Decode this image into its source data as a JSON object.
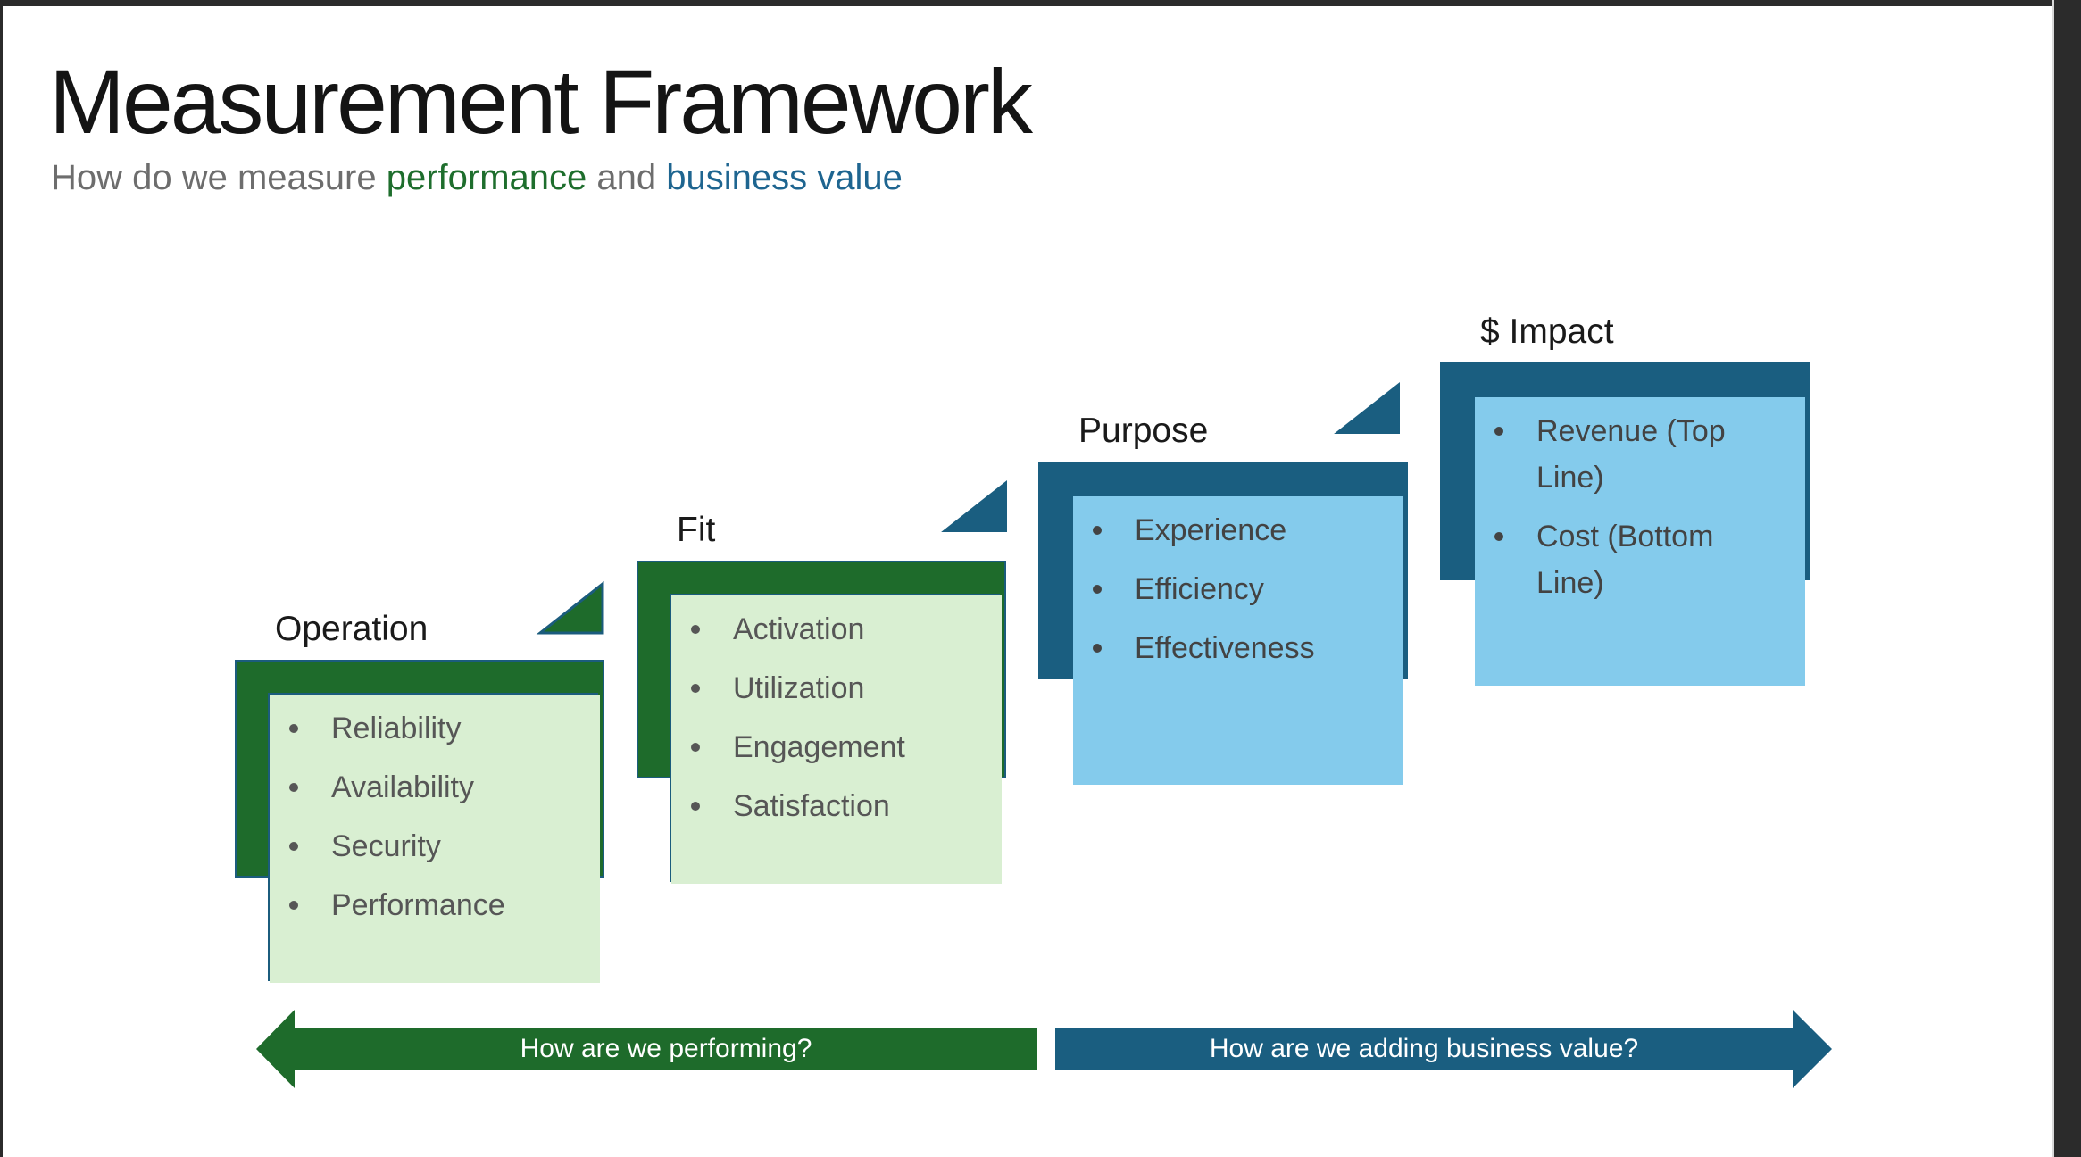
{
  "palette": {
    "frame_bg": "#2b2b2b",
    "slide_bg": "#ffffff",
    "green_dark": "#1e6b2b",
    "green_light": "#d9efd2",
    "blue_dark": "#1a5e80",
    "blue_light": "#84cbec",
    "teal_border": "#1b5c7d",
    "label_text": "#1a1a1a",
    "bullet_text": "#565656",
    "subtitle_gray": "#6d6d6d",
    "subtitle_green": "#1e6e2d",
    "subtitle_blue": "#1e6590",
    "arrow_text": "#ffffff"
  },
  "slide": {
    "title": "Measurement Framework",
    "subtitle_parts": [
      {
        "text": "How do we measure ",
        "color": "#6d6d6d"
      },
      {
        "text": "performance",
        "color": "#1e6e2d"
      },
      {
        "text": " and ",
        "color": "#6d6d6d"
      },
      {
        "text": "business value",
        "color": "#1e6590"
      }
    ]
  },
  "groups": [
    {
      "label": "Operation",
      "theme": "green",
      "items": [
        "Reliability",
        "Availability",
        "Security",
        "Performance"
      ]
    },
    {
      "label": "Fit",
      "theme": "green",
      "items": [
        "Activation",
        "Utilization",
        "Engagement",
        "Satisfaction"
      ]
    },
    {
      "label": "Purpose",
      "theme": "blue",
      "items": [
        "Experience",
        "Efficiency",
        "Effectiveness"
      ]
    },
    {
      "label": "$ Impact",
      "theme": "blue",
      "items": [
        "Revenue (Top\nLine)",
        "Cost (Bottom\nLine)"
      ]
    }
  ],
  "arrows": [
    {
      "label": "How are we performing?",
      "theme": "green",
      "direction": "left"
    },
    {
      "label": "How are we adding business value?",
      "theme": "blue",
      "direction": "right"
    }
  ]
}
